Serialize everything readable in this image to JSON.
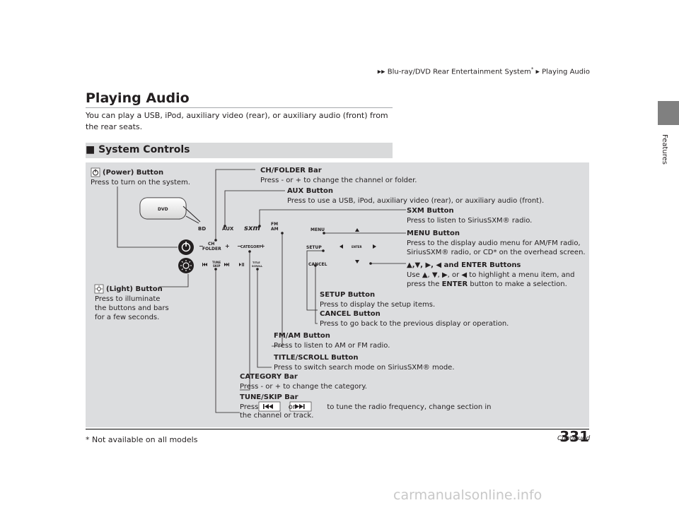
{
  "breadcrumb": {
    "marker": "▶▶",
    "section": "Blu-ray/DVD Rear Entertainment System",
    "asterisk": "*",
    "separator": "▶",
    "page": "Playing Audio"
  },
  "side_tab_label": "Features",
  "title": "Playing Audio",
  "intro": "You can play a USB, iPod, auxiliary video (rear), or auxiliary audio (front) from the rear seats.",
  "subsection": "■ System Controls",
  "callouts": {
    "power_title": "(Power) Button",
    "power_desc": "Press to turn on the system.",
    "light_title": "(Light) Button",
    "light_desc1": "Press to illuminate",
    "light_desc2": "the buttons and bars",
    "light_desc3": "for a few seconds.",
    "ch_title": "CH/FOLDER Bar",
    "ch_desc": "Press - or + to change the channel or folder.",
    "aux_title": "AUX Button",
    "aux_desc": "Press to use a USB, iPod, auxiliary video (rear), or auxiliary audio (front).",
    "sxm_title": "SXM Button",
    "sxm_desc": "Press to listen to SiriusSXM® radio.",
    "menu_title": "MENU Button",
    "menu_desc1": "Press to the display audio menu for AM/FM radio,",
    "menu_desc2": "SiriusSXM® radio, or CD* on the overhead screen.",
    "arrows_title": "▲,▼, ▶, ◀ and ENTER Buttons",
    "arrows_desc1": "Use ▲, ▼, ▶, or ◀ to highlight a menu item, and",
    "arrows_desc2a": "press the",
    "arrows_desc2b": "ENTER",
    "arrows_desc2c": "button to make a selection.",
    "setup_title": "SETUP Button",
    "setup_desc": "Press to display the setup items.",
    "cancel_title": "CANCEL Button",
    "cancel_desc": "Press to go back to the previous display or operation.",
    "fm_title": "FM/AM Button",
    "fm_desc": "Press to listen to AM or FM radio.",
    "title_title": "TITLE/SCROLL Button",
    "title_desc": "Press to switch search mode on SiriusSXM® mode.",
    "cat_title": "CATEGORY Bar",
    "cat_desc": "Press - or + to change the category.",
    "tune_title": "TUNE/SKIP Bar",
    "tune_desc1a": "Press",
    "tune_desc1b": "or",
    "tune_desc1c": "to tune the radio frequency, change section in",
    "tune_desc2": "the channel or track."
  },
  "device_labels": {
    "dvd": "DVD",
    "bd": "BD",
    "aux": "AUX",
    "sxm": "sxm",
    "fm": "FM",
    "am": "AM",
    "menu": "MENU",
    "setup": "SETUP",
    "enter": "ENTER",
    "cancel": "CANCEL",
    "ch": "CH",
    "folder": "FOLDER",
    "category": "CATEGORY",
    "tune": "TUNE",
    "skip": "SKIP",
    "title": "TITLE",
    "scroll": "SCROLL",
    "minus": "−",
    "plus": "+"
  },
  "page_number": "331",
  "continued": "Continued",
  "footnote": "* Not available on all models",
  "watermark": "carmanualsonline.info"
}
